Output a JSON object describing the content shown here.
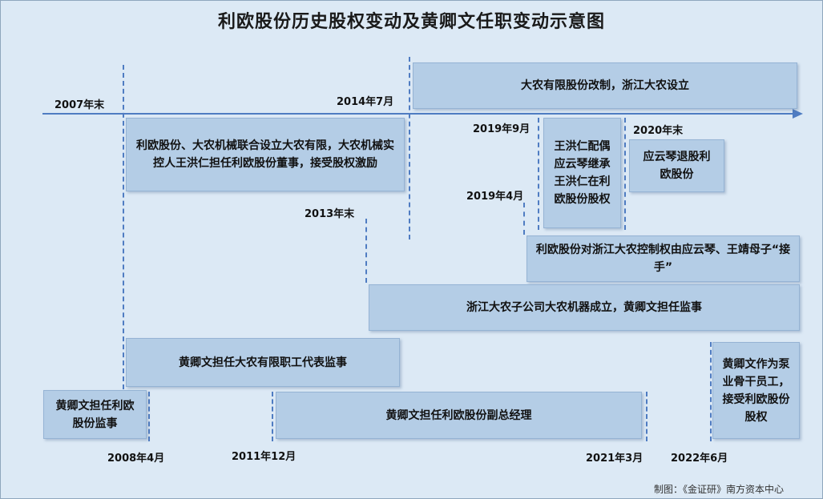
{
  "title": "利欧股份历史股权变动及黄卿文任职变动示意图",
  "dates": {
    "d2007": "2007年末",
    "d2014": "2014年7月",
    "d2019_9": "2019年9月",
    "d2020": "2020年末",
    "d2019_4": "2019年4月",
    "d2013": "2013年末",
    "d2008": "2008年4月",
    "d2011": "2011年12月",
    "d2021": "2021年3月",
    "d2022": "2022年6月"
  },
  "events": {
    "restructure": "大农有限股份改制，浙江大农设立",
    "jointly_founded": "利欧股份、大农机械联合设立大农有限，大农机械实控人王洪仁担任利欧股份董事，接受股权激励",
    "spouse_inherit": "王洪仁配偶应云琴继承王洪仁在利欧股份股权",
    "exit": "应云琴退股利欧股份",
    "handover": "利欧股份对浙江大农控制权由应云琴、王靖母子“接手”",
    "subsidiary": "浙江大农子公司大农机器成立，黄卿文担任监事",
    "staff_supervisor": "黄卿文担任大农有限职工代表监事",
    "supervisor": "黄卿文担任利欧股份监事",
    "vice_gm": "黄卿文担任利欧股份副总经理",
    "core_staff": "黄卿文作为泵业骨干员工，接受利欧股份股权"
  },
  "credit": "制图：《金证研》南方资本中心",
  "colors": {
    "axis": "#4f7cc2",
    "box": "#b4cde6",
    "background": "#dce9f5"
  }
}
